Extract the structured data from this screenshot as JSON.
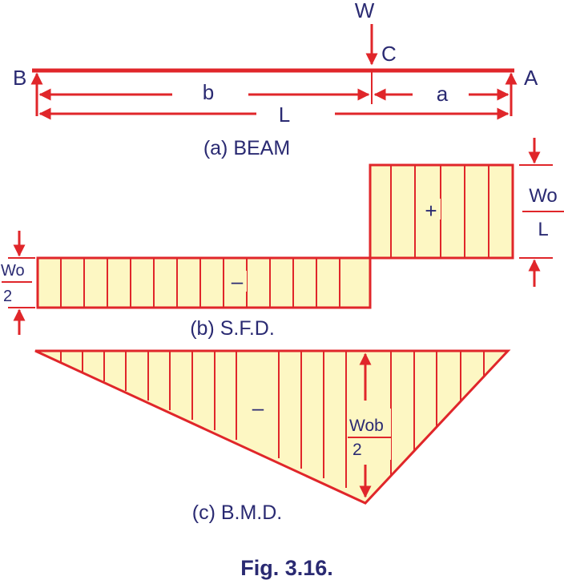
{
  "colors": {
    "line": "#e0262a",
    "fill": "#fdf7c3",
    "text": "#2a2a72",
    "background": "#ffffff"
  },
  "beam": {
    "load": "W",
    "point_c": "C",
    "support_b": "B",
    "support_a": "A",
    "dim_b": "b",
    "dim_a": "a",
    "dim_l": "L",
    "caption": "(a)  BEAM"
  },
  "sfd": {
    "positive_sign": "+",
    "negative_sign": "–",
    "right_value_num": "Wo",
    "right_value_den": "L",
    "left_value_num": "Wo",
    "left_value_den": "2",
    "caption": "(b)  S.F.D."
  },
  "bmd": {
    "negative_sign": "–",
    "max_value_num": "Wob",
    "max_value_den": "2",
    "caption": "(c)  B.M.D."
  },
  "figure_label": "Fig.  3.16."
}
